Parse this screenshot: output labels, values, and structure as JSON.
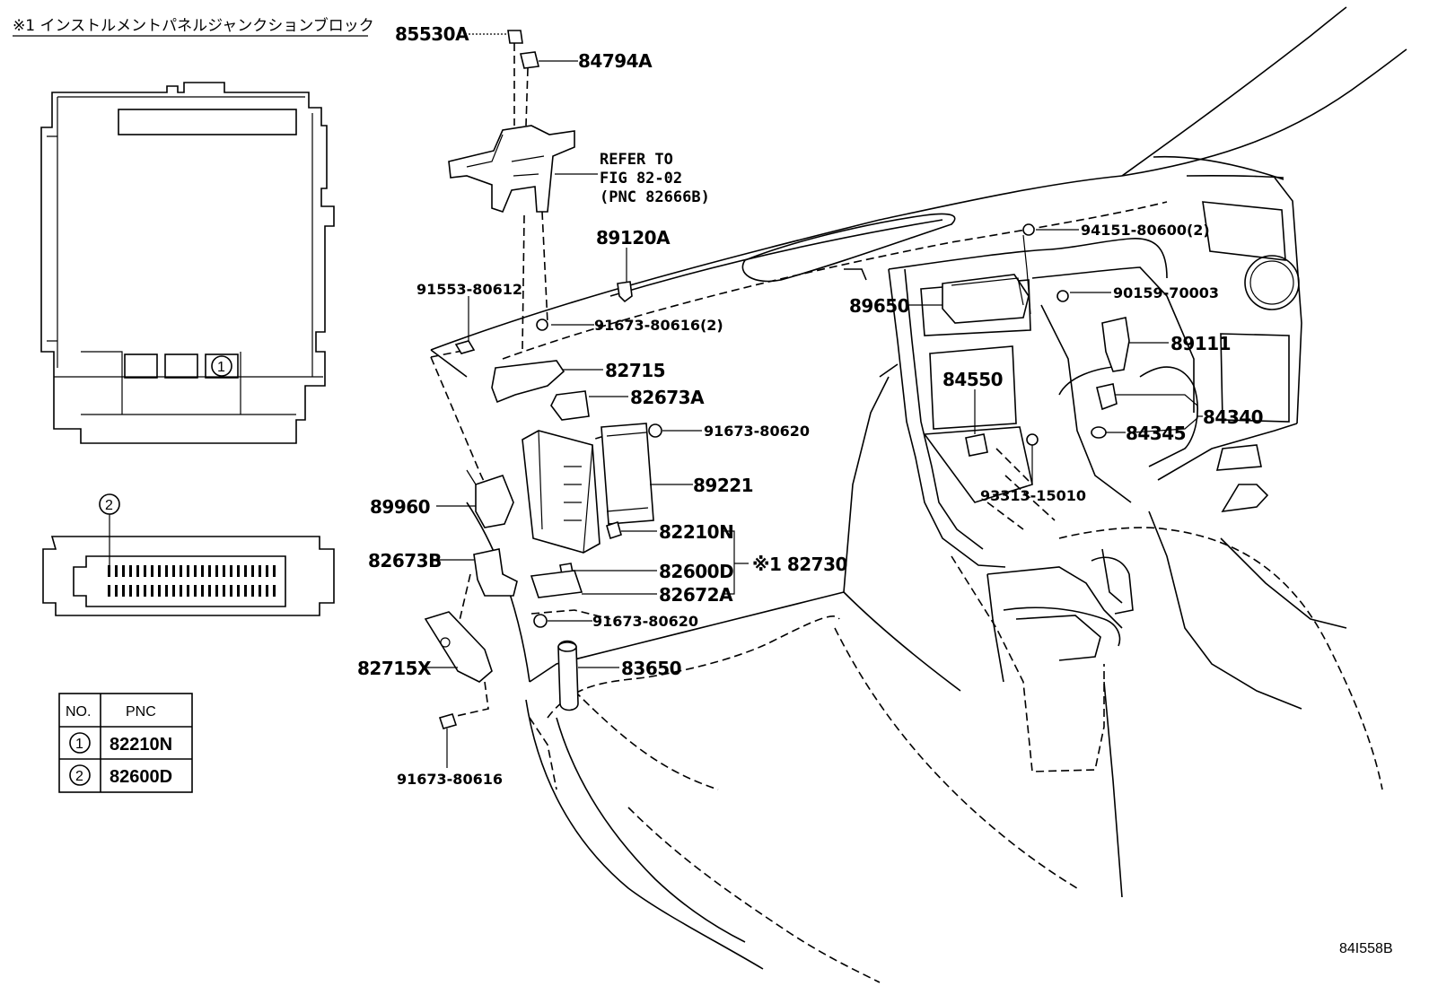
{
  "header": {
    "note": "※1 インストルメントパネルジャンクションブロック"
  },
  "figure_id": "84I558B",
  "callouts": {
    "c1": "1",
    "c2": "2"
  },
  "legend_table": {
    "col_no": "NO.",
    "col_pnc": "PNC",
    "rows": [
      {
        "no": "1",
        "pnc": "82210N"
      },
      {
        "no": "2",
        "pnc": "82600D"
      }
    ]
  },
  "refer_note": {
    "line1": "REFER TO",
    "line2": "FIG 82-02",
    "line3": "(PNC 82666B)"
  },
  "part_labels": {
    "p85530A": "85530A",
    "p84794A": "84794A",
    "p89120A": "89120A",
    "p91553_80612": "91553-80612",
    "p91673_80616_2": "91673-80616(2)",
    "p82715": "82715",
    "p82673A": "82673A",
    "p91673_80620_a": "91673-80620",
    "p89221": "89221",
    "p89960": "89960",
    "p82210N": "82210N",
    "p82673B": "82673B",
    "p82600D": "82600D",
    "p82730": "※1 82730",
    "p82672A": "82672A",
    "p91673_80620_b": "91673-80620",
    "p82715X": "82715X",
    "p83650": "83650",
    "p91673_80616": "91673-80616",
    "p94151_80600_2": "94151-80600(2)",
    "p89650": "89650",
    "p90159_70003": "90159-70003",
    "p89111": "89111",
    "p84550": "84550",
    "p84340": "84340",
    "p84345": "84345",
    "p93313_15010": "93313-15010"
  }
}
